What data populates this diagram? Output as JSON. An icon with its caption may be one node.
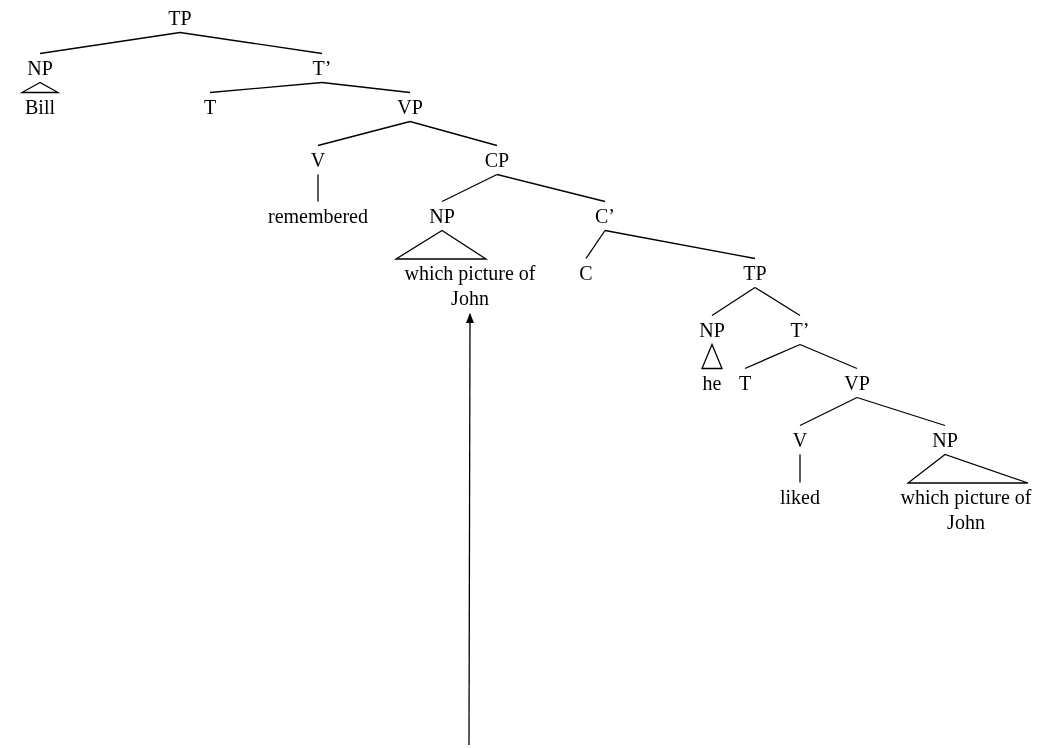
{
  "diagram": {
    "nodes": [
      {
        "text": [
          "TP"
        ]
      },
      {
        "text": [
          "NP"
        ]
      },
      {
        "text": [
          "Bill"
        ]
      },
      {
        "text": [
          "T’"
        ]
      },
      {
        "text": [
          "T"
        ]
      },
      {
        "text": [
          "VP"
        ]
      },
      {
        "text": [
          "V"
        ]
      },
      {
        "text": [
          "remembered"
        ]
      },
      {
        "text": [
          "CP"
        ]
      },
      {
        "text": [
          "NP"
        ]
      },
      {
        "text": [
          "which picture of John"
        ]
      },
      {
        "text": [
          "C’"
        ]
      },
      {
        "text": [
          "C"
        ]
      },
      {
        "text": [
          "TP"
        ]
      },
      {
        "text": [
          "NP"
        ]
      },
      {
        "text": [
          "he"
        ]
      },
      {
        "text": [
          "T’"
        ]
      },
      {
        "text": [
          "T"
        ]
      },
      {
        "text": [
          "VP"
        ]
      },
      {
        "text": [
          "V"
        ]
      },
      {
        "text": [
          "liked"
        ]
      },
      {
        "text": [
          "NP"
        ]
      },
      {
        "text": [
          "which picture of John"
        ]
      }
    ],
    "edges": [
      {
        "from": 0,
        "to": 1,
        "arrow": "none"
      },
      {
        "from": 0,
        "to": 3,
        "arrow": "none"
      },
      {
        "from": 1,
        "to": 2,
        "arrow": "none"
      },
      {
        "from": 3,
        "to": 4,
        "arrow": "none"
      },
      {
        "from": 3,
        "to": 5,
        "arrow": "none"
      },
      {
        "from": 5,
        "to": 6,
        "arrow": "none"
      },
      {
        "from": 5,
        "to": 8,
        "arrow": "none"
      },
      {
        "from": 6,
        "to": 7,
        "arrow": "none"
      },
      {
        "from": 8,
        "to": 9,
        "arrow": "none"
      },
      {
        "from": 8,
        "to": 11,
        "arrow": "none"
      },
      {
        "from": 9,
        "to": 10,
        "arrow": "none"
      },
      {
        "from": 11,
        "to": 12,
        "arrow": "none"
      },
      {
        "from": 11,
        "to": 13,
        "arrow": "none"
      },
      {
        "from": 13,
        "to": 14,
        "arrow": "none"
      },
      {
        "from": 13,
        "to": 16,
        "arrow": "none"
      },
      {
        "from": 14,
        "to": 15,
        "arrow": "none"
      },
      {
        "from": 16,
        "to": 17,
        "arrow": "none"
      },
      {
        "from": 16,
        "to": 18,
        "arrow": "none"
      },
      {
        "from": 18,
        "to": 19,
        "arrow": "none"
      },
      {
        "from": 18,
        "to": 21,
        "arrow": "none"
      },
      {
        "from": 19,
        "to": 20,
        "arrow": "none"
      },
      {
        "from": 21,
        "to": 22,
        "arrow": "none"
      },
      {
        "from": null,
        "to": 10,
        "arrow": "to"
      }
    ]
  }
}
